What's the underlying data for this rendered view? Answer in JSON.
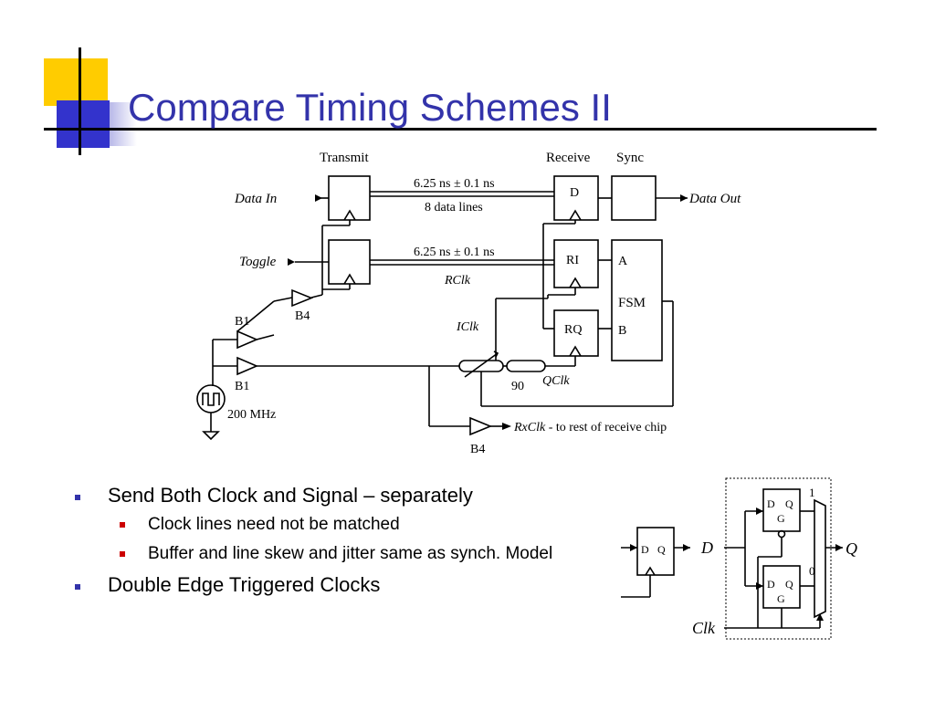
{
  "slide": {
    "title": "Compare Timing Schemes II"
  },
  "diagram": {
    "transmit_label": "Transmit",
    "receive_label": "Receive",
    "sync_label": "Sync",
    "data_in": "Data In",
    "data_out": "Data Out",
    "toggle": "Toggle",
    "timing_1": "6.25 ns ± 0.1 ns",
    "data_lines": "8 data lines",
    "timing_2": "6.25 ns ± 0.1 ns",
    "rclk": "RClk",
    "reg_d": "D",
    "reg_ri": "RI",
    "reg_rq": "RQ",
    "fsm_a": "A",
    "fsm_label": "FSM",
    "fsm_b": "B",
    "iclk": "IClk",
    "qclk": "QClk",
    "delay_90": "90",
    "b1_top": "B1",
    "b1_bottom": "B1",
    "b4_top": "B4",
    "b4_bottom": "B4",
    "osc_freq": "200 MHz",
    "rxclk": "RxClk",
    "rxclk_desc": " - to rest of receive chip"
  },
  "ddet": {
    "ff_d": "D",
    "ff_q": "Q",
    "latch1_d": "D",
    "latch1_q": "Q",
    "latch1_g": "G",
    "latch2_d": "D",
    "latch2_q": "Q",
    "latch2_g": "G",
    "mux_1": "1",
    "mux_0": "0",
    "input_d": "D",
    "output_q": "Q",
    "clk": "Clk"
  },
  "bullets": {
    "item1": "Send Both Clock and Signal – separately",
    "item1_sub1": "Clock lines need not be matched",
    "item1_sub2": "Buffer and line skew and jitter same as synch. Model",
    "item2": "Double Edge Triggered Clocks"
  },
  "colors": {
    "title": "#3333aa",
    "accent_yellow": "#ffcc00",
    "accent_blue": "#3333cc",
    "bullet_main": "#3333aa",
    "bullet_sub": "#cc0000"
  }
}
